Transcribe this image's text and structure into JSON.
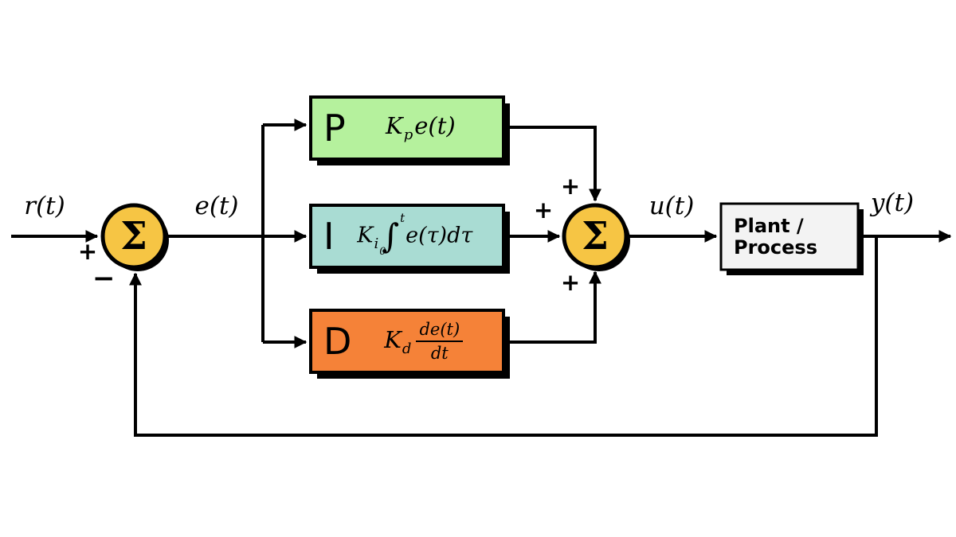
{
  "signals": {
    "input": "r(t)",
    "error": "e(t)",
    "control": "u(t)",
    "output": "y(t)"
  },
  "junctions": {
    "sum1": {
      "symbol": "Σ",
      "sign_input": "+",
      "sign_feedback": "−"
    },
    "sum2": {
      "symbol": "Σ",
      "sign_p": "+",
      "sign_i": "+",
      "sign_d": "+"
    }
  },
  "blocks": {
    "p": {
      "letter": "P",
      "gain": "K",
      "gain_sub": "p",
      "expr": "e(t)",
      "fill": "#b5f19d"
    },
    "i": {
      "letter": "I",
      "gain": "K",
      "gain_sub": "i",
      "integral": "∫",
      "int_upper": "t",
      "int_lower": "0",
      "expr": "e(τ)dτ",
      "fill": "#a9dcd3"
    },
    "d": {
      "letter": "D",
      "gain": "K",
      "gain_sub": "d",
      "frac_num": "de(t)",
      "frac_den": "dt",
      "fill": "#f58238"
    },
    "plant": {
      "line1": "Plant /",
      "line2": "Process",
      "fill": "#f3f3f3"
    }
  },
  "colors": {
    "junction_fill": "#f6c544",
    "line": "#000000",
    "shadow": "#000000",
    "background": "#ffffff"
  }
}
